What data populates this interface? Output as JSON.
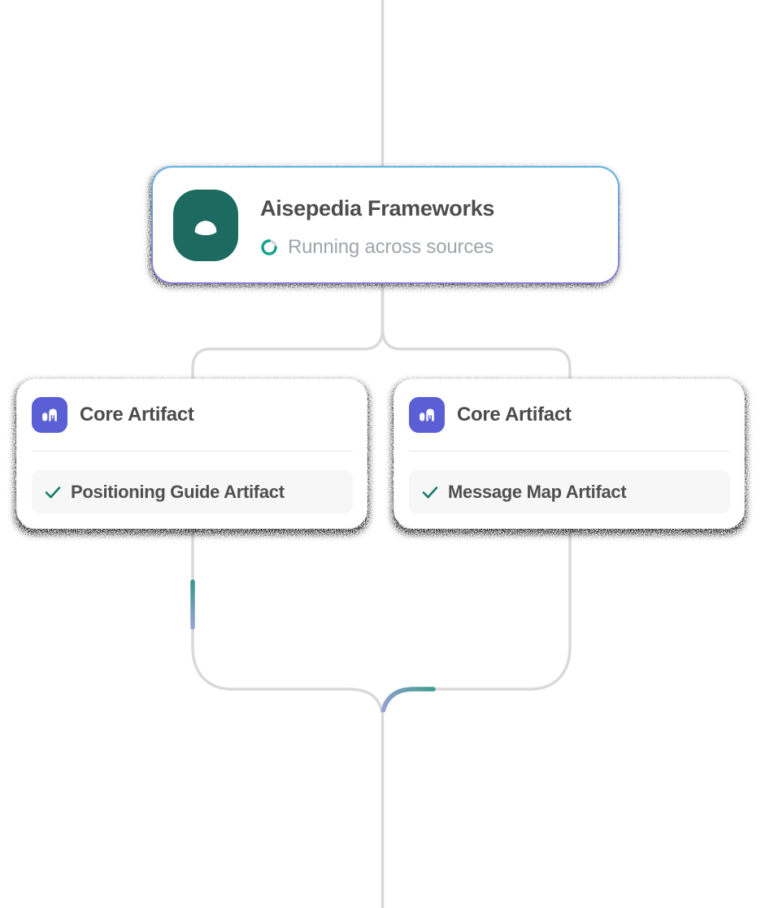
{
  "page": {
    "background": "#ffffff"
  },
  "root_node": {
    "title": "Aisepedia Frameworks",
    "status_text": "Running across sources",
    "icon": "aisepedia-logo-icon",
    "colors": {
      "icon_bg": "#1d6a60",
      "border_top": "#62b3de",
      "border_bottom": "#8b7cd8",
      "title": "#4d4d4d",
      "status": "#a0a5ab",
      "spinner": "#14a18e",
      "spinner_track": "#d6d6d6"
    }
  },
  "child_nodes": [
    {
      "title": "Core Artifact",
      "icon": "core-artifact-icon",
      "icon_bg": "#5b5fd6",
      "artifact": {
        "icon": "check-icon",
        "check_color": "#157a6b",
        "label": "Positioning Guide Artifact"
      }
    },
    {
      "title": "Core Artifact",
      "icon": "core-artifact-icon",
      "icon_bg": "#5b5fd6",
      "artifact": {
        "icon": "check-icon",
        "check_color": "#157a6b",
        "label": "Message Map Artifact"
      }
    }
  ],
  "connectors": {
    "line_color": "#d9d9d9",
    "pulse_start_color": "#38968c",
    "pulse_end_color": "#97a3d4"
  }
}
